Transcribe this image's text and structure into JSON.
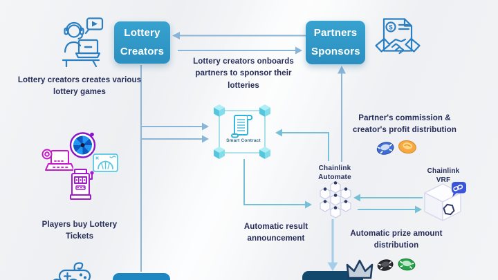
{
  "nodes": {
    "lottery_creators": "Lottery Creators",
    "partners_sponsors": "Partners Sponsors",
    "smart_contract": "Smart Contract",
    "chainlink_automate": "Chainlink Automate",
    "chainlink_vrf": "Chainlink VRF"
  },
  "captions": {
    "creators_create": "Lottery creators creates various lottery games",
    "onboard_partners": "Lottery creators onboards partners to sponsor their lotteries",
    "commission_distribution": "Partner's commission & creator's profit distribution",
    "players_buy": "Players buy Lottery Tickets",
    "result_announcement": "Automatic result announcement",
    "prize_distribution": "Automatic prize amount distribution"
  },
  "icons": {
    "creator": "creator-at-laptop-icon",
    "partnership": "contract-handshake-icon",
    "dollar_glyph": "$",
    "smart_contract": "smart-contract-scroll-icon",
    "lottery_wheel": "lottery-wheel-icon",
    "online_slot": "laptop-slot-icon",
    "bingo_card": "bingo-card-icon",
    "slot_machine": "slot-machine-icon",
    "gamepad": "gamepad-icon",
    "automate_network": "chainlink-automate-nodes-icon",
    "vrf_cube": "chainlink-vrf-cube-icon",
    "blue_chip": "blue-casino-chip-icon",
    "gold_coin": "gold-coin-icon",
    "crown": "winner-crown-icon",
    "black_chip": "black-casino-chip-icon",
    "green_chip": "green-casino-chip-icon"
  },
  "colors": {
    "node_box_teal": "#2f98c6",
    "players_box_blue": "#1e86c0",
    "winners_box_navy": "#12486b",
    "text_navy": "#252c58",
    "arrow_blue": "#89b5d8",
    "arrow_teal": "#77bfd4",
    "arrow_light": "#a7cee9",
    "icon_blue": "#2a7fc2",
    "icon_magenta": "#c617c9",
    "icon_purple": "#8a16c4",
    "chainlink_navy": "#2e3a6a"
  }
}
